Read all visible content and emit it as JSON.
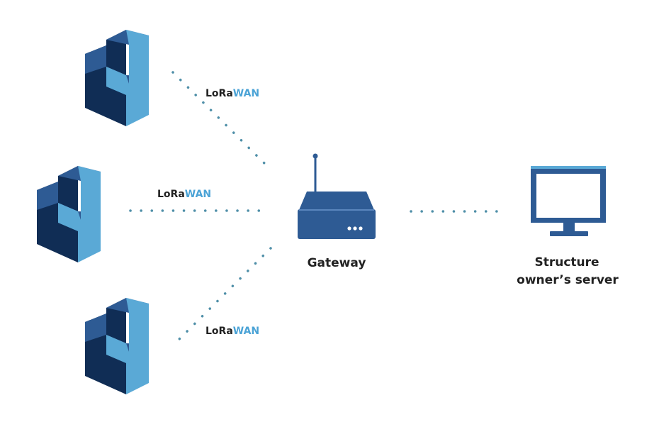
{
  "colors": {
    "dark_navy": "#102d55",
    "mid_blue": "#2e5b94",
    "light_blue": "#5aa9d6",
    "dot_blue": "#4f8fa8",
    "label_dark": "#222222",
    "wan_blue": "#4ba3d6"
  },
  "links": [
    {
      "lora": "LoRa",
      "wan": "WAN"
    },
    {
      "lora": "LoRa",
      "wan": "WAN"
    },
    {
      "lora": "LoRa",
      "wan": "WAN"
    }
  ],
  "gateway": {
    "label": "Gateway",
    "icon": "router-icon"
  },
  "server": {
    "label_line1": "Structure",
    "label_line2": "owner’s server",
    "icon": "monitor-icon"
  },
  "structures": [
    {
      "icon": "building-block-icon"
    },
    {
      "icon": "building-block-icon"
    },
    {
      "icon": "building-block-icon"
    }
  ]
}
